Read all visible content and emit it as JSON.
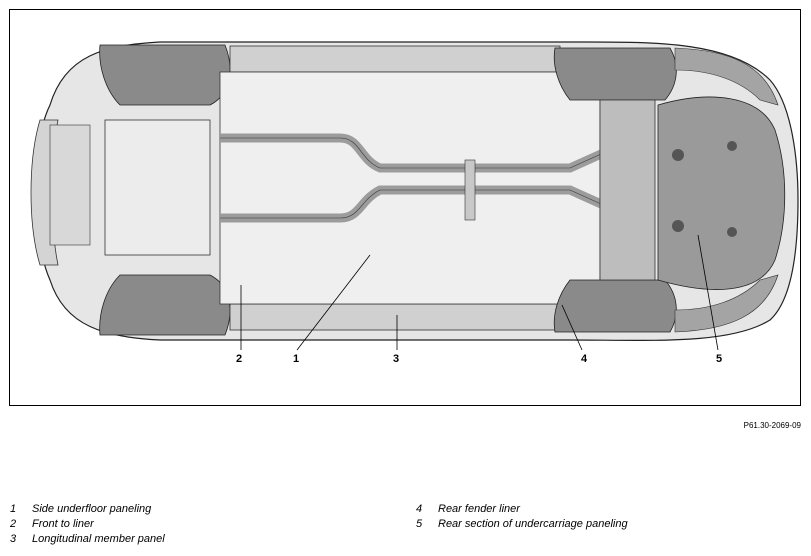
{
  "figure": {
    "reference_code": "P61.30-2069-09",
    "callouts": [
      "1",
      "2",
      "3",
      "4",
      "5"
    ]
  },
  "legend": {
    "left": [
      {
        "num": "1",
        "label": "Side underfloor paneling"
      },
      {
        "num": "2",
        "label": "Front to liner"
      },
      {
        "num": "3",
        "label": "Longitudinal member panel"
      }
    ],
    "right": [
      {
        "num": "4",
        "label": "Rear fender liner"
      },
      {
        "num": "5",
        "label": "Rear section of undercarriage paneling"
      }
    ]
  },
  "colors": {
    "body": "#e6e6e6",
    "dark_panel": "#9a9a9a",
    "exhaust": "#b0b0b0",
    "outline": "#222222"
  }
}
